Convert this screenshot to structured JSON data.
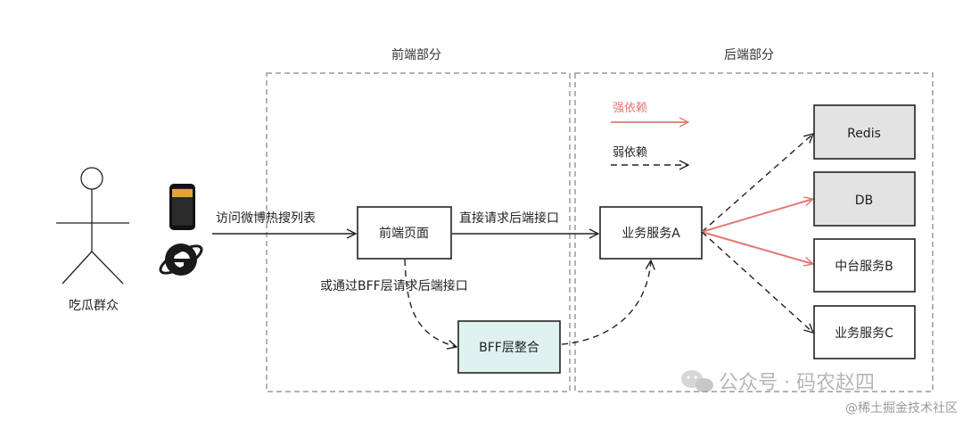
{
  "regions": {
    "frontend_title": "前端部分",
    "backend_title": "后端部分"
  },
  "actor": {
    "label": "吃瓜群众",
    "icons": [
      "phone-icon",
      "ie-browser-icon"
    ]
  },
  "edges": {
    "visit_label": "访问微博热搜列表",
    "direct_label": "直接请求后端接口",
    "bff_label": "或通过BFF层请求后端接口"
  },
  "nodes": {
    "frontend_page": "前端页面",
    "bff": "BFF层整合",
    "service_a": "业务服务A",
    "redis": "Redis",
    "db": "DB",
    "middle_b": "中台服务B",
    "service_c": "业务服务C"
  },
  "legend": {
    "strong": "强依赖",
    "weak": "弱依赖"
  },
  "colors": {
    "strong": "#e07a72",
    "weak": "#222222",
    "gray_box": "#e3e3e3",
    "bff_box": "#dff2ef",
    "frame": "#9a9a9a"
  },
  "watermark": {
    "wechat": "公众号 · 码农赵四",
    "juejin": "@稀土掘金技术社区"
  }
}
